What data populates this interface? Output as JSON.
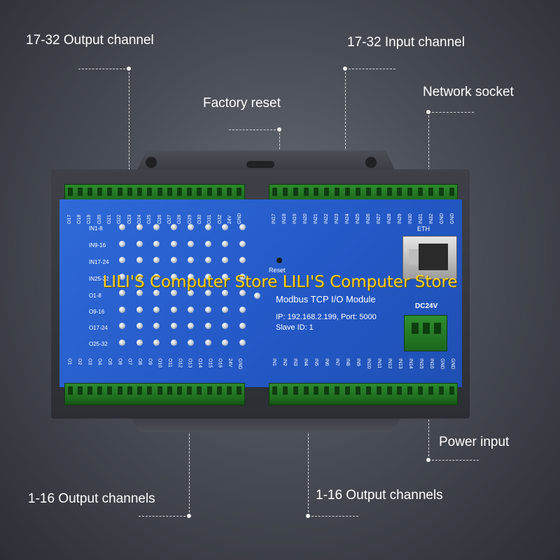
{
  "callouts": {
    "out_17_32": "17-32 Output channel",
    "in_17_32": "17-32 Input channel",
    "network": "Network socket",
    "factory_reset": "Factory reset",
    "power_input": "Power input",
    "out_1_16_left": "1-16 Output channels",
    "out_1_16_right": "1-16 Output channels"
  },
  "pcb": {
    "title": "Modbus TCP I/O Module",
    "ip_line": "IP: 192.168.2.199, Port: 5000",
    "slave": "Slave ID: 1",
    "reset": "Reset",
    "eth": "ETH",
    "dc": "DC24V",
    "row_labels": [
      "IN1-8",
      "IN9-16",
      "IN17-24",
      "IN25-32",
      "O1-8",
      "O9-16",
      "O17-24",
      "O25-32"
    ],
    "top_left_pins": [
      "O17",
      "O18",
      "O19",
      "O20",
      "O21",
      "O22",
      "O23",
      "O24",
      "O25",
      "O26",
      "O27",
      "O28",
      "O29",
      "O30",
      "O31",
      "O32",
      "24V",
      "GND"
    ],
    "top_right_pins": [
      "IN17",
      "IN18",
      "IN19",
      "IN20",
      "IN21",
      "IN22",
      "IN23",
      "IN24",
      "IN25",
      "IN26",
      "IN27",
      "IN28",
      "IN29",
      "IN30",
      "IN31",
      "IN32",
      "GND",
      "GND"
    ],
    "bottom_left_pins": [
      "O1",
      "O2",
      "O3",
      "O4",
      "O5",
      "O6",
      "O7",
      "O8",
      "O9",
      "O10",
      "O11",
      "O12",
      "O13",
      "O14",
      "O15",
      "O16",
      "24V",
      "GND"
    ],
    "bottom_right_pins": [
      "IN1",
      "IN2",
      "IN3",
      "IN4",
      "IN5",
      "IN6",
      "IN7",
      "IN8",
      "IN9",
      "IN10",
      "IN11",
      "IN12",
      "IN13",
      "IN14",
      "IN15",
      "IN16",
      "GND",
      "GND"
    ]
  },
  "watermark": "LILI'S Computer Store LILI'S Computer Store",
  "colors": {
    "pcb": "#2358c5",
    "terminal": "#1f6b1f",
    "watermark": "#ffd21a"
  }
}
